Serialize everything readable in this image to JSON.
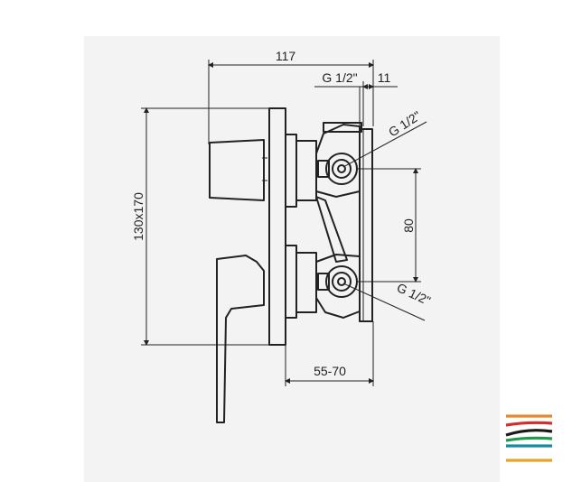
{
  "dimensions": {
    "width_label": "117",
    "thread_top_label": "G 1/2\"",
    "depth_label": "11",
    "thread_diag_top_label": "G 1/2\"",
    "spacing_label": "80",
    "height_label": "130x170",
    "thread_bottom_label": "G 1/2\"",
    "wall_range_label": "55-70"
  },
  "logo": {
    "stripe_colors": [
      "#e8862a",
      "#d62c2a",
      "#1a1a1a",
      "#1e9c4a",
      "#1a8aa0",
      "#e8a32a"
    ]
  },
  "colors": {
    "panel": "#f3f3f3",
    "line": "#222222"
  }
}
